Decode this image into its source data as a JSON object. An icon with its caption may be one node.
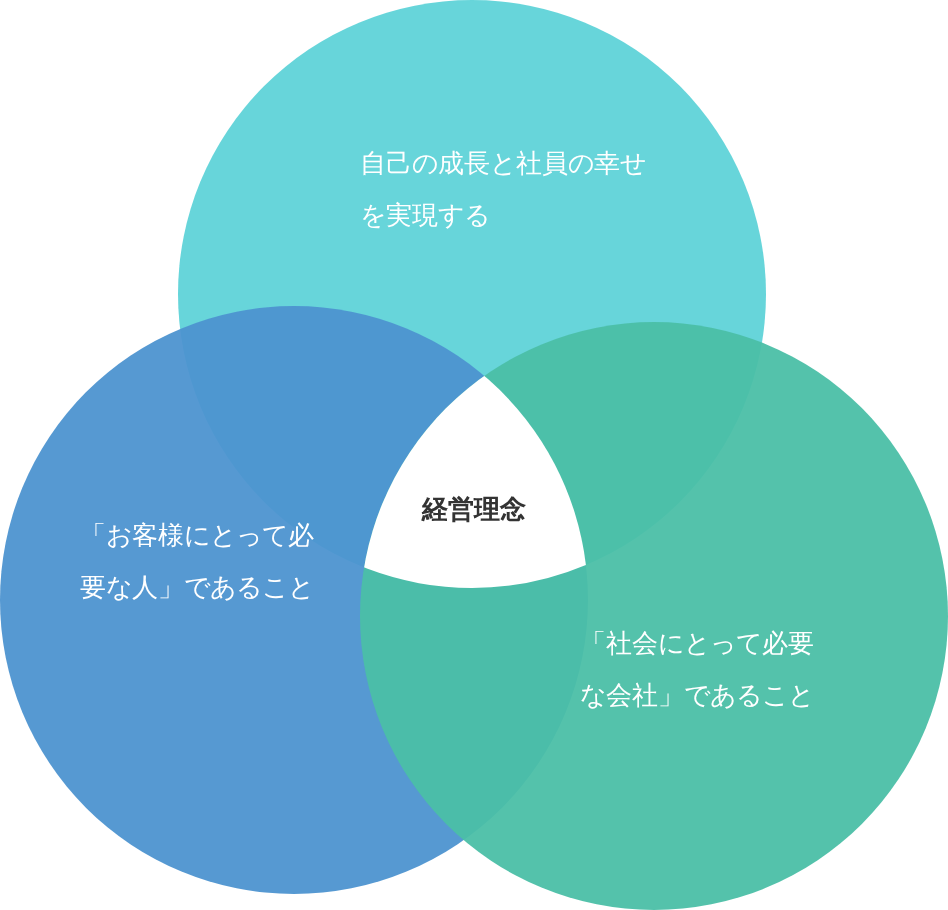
{
  "diagram": {
    "nodes": [
      {
        "text": [
          "自己の成長と社員の幸せを実現する"
        ]
      },
      {
        "text": [
          "「お客様にとって必要な人」であること"
        ]
      },
      {
        "text": [
          "「社会にとって必要な会社」であること"
        ]
      },
      {
        "text": [
          "経営理念"
        ]
      }
    ]
  }
}
